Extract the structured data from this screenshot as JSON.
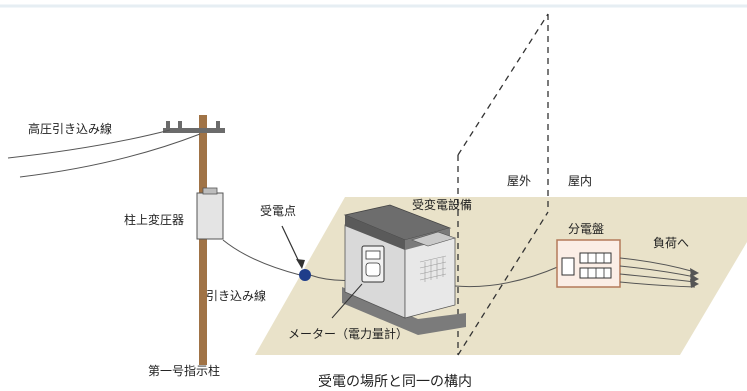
{
  "labels": {
    "high_voltage_service_line": "高圧引き込み線",
    "pole_transformer": "柱上変圧器",
    "receiving_point": "受電点",
    "service_drop_line": "引き込み線",
    "first_support_pole": "第一号指示柱",
    "substation_equipment": "受変電設備",
    "outdoor": "屋外",
    "indoor": "屋内",
    "distribution_board": "分電盤",
    "to_loads": "負荷へ",
    "meter": "メーター（電力量計）"
  },
  "caption": "受電の場所と同一の構内",
  "colors": {
    "ground": "#e9e2c9",
    "pole": "#a07346",
    "cabinet_dark": "#6d6d6d",
    "cabinet_light": "#d9d9d9",
    "receiving_point_dot": "#1f3d8a",
    "board_fill": "#fbeee6",
    "board_border": "#b47a5a"
  }
}
